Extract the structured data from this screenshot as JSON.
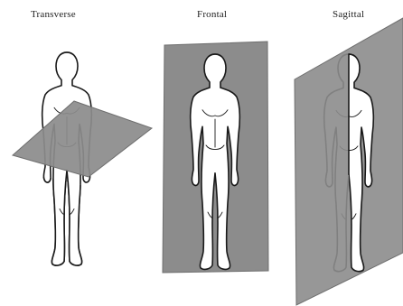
{
  "labels": {
    "transverse": "Transverse",
    "frontal": "Frontal",
    "sagittal": "Sagittal"
  },
  "colors": {
    "plane": "#8c8c8c",
    "plane_edge": "#6e6e6e",
    "outline": "#1a1a1a",
    "background": "#ffffff"
  }
}
